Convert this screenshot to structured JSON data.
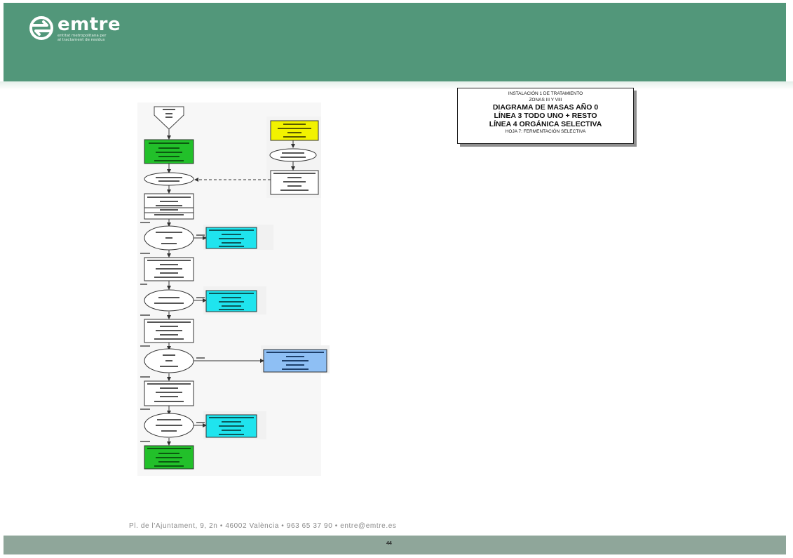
{
  "header": {
    "logo_text": "emtre",
    "logo_subtitle": "entitat metropolitana per al tractament de residus"
  },
  "title_box": {
    "line1": "INSTALACIÓN 1 DE TRATAMIENTO",
    "line2": "ZONAS III Y VIII",
    "line3": "DIAGRAMA DE MASAS AÑO 0",
    "line4": "LÍNEA 3 TODO UNO + RESTO",
    "line5": "LÍNEA 4 ORGÁNICA SELECTIVA",
    "line6": "HOJA 7: FERMENTACIÓN SELECTIVA"
  },
  "footer": {
    "address": "Pl. de l'Ajuntament, 9, 2n • 46002 València • 963 65 37 90 • entre@emtre.es",
    "page_number": "44"
  },
  "colors": {
    "header_green": "#52977a",
    "footer_gray": "#8fa69a",
    "box_green": "#22c02a",
    "box_yellow": "#f2f200",
    "box_cyan": "#1fe4ee",
    "box_blue": "#8ebff4"
  }
}
